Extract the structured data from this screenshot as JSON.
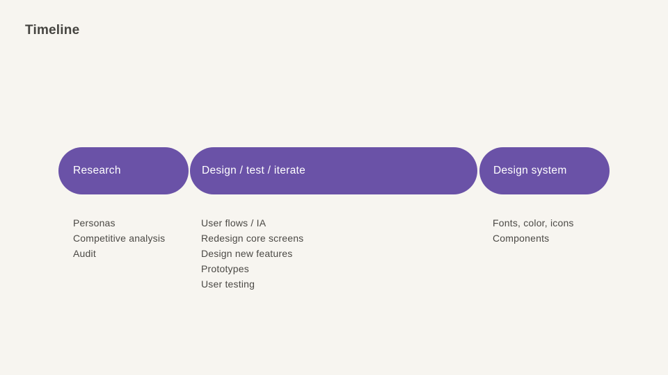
{
  "page": {
    "background_color": "#f7f5f0",
    "accent_color": "#6a52a7",
    "title_color": "#454440",
    "body_text_color": "#4b4945"
  },
  "title": "Timeline",
  "phases": [
    {
      "label": "Research",
      "items": [
        "Personas",
        "Competitive analysis",
        "Audit"
      ]
    },
    {
      "label": "Design / test / iterate",
      "items": [
        "User flows / IA",
        "Redesign core screens",
        "Design new features",
        "Prototypes",
        "User testing"
      ]
    },
    {
      "label": "Design system",
      "items": [
        "Fonts, color, icons",
        "Components"
      ]
    }
  ]
}
